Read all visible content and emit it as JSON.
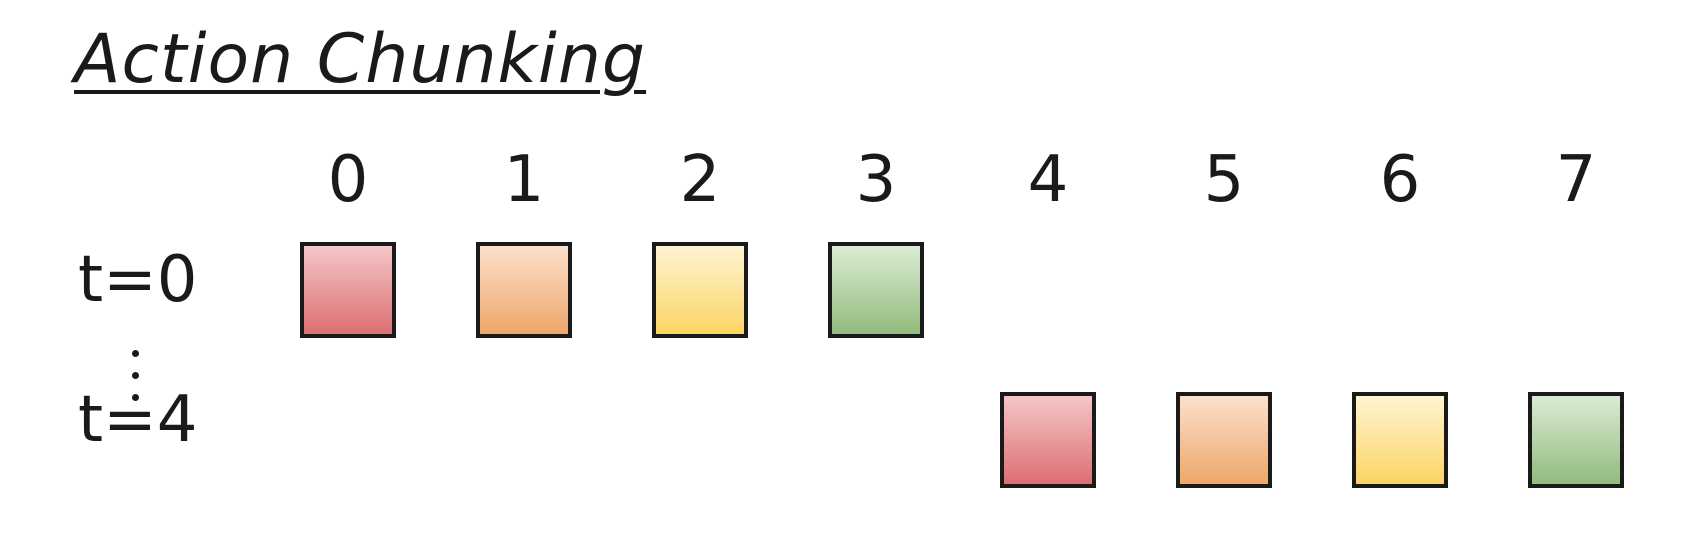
{
  "title": "Action Chunking",
  "timesteps": [
    "0",
    "1",
    "2",
    "3",
    "4",
    "5",
    "6",
    "7"
  ],
  "rows": [
    {
      "label": "t=0",
      "chunk_start": 0,
      "chunk": [
        "red",
        "orange",
        "yellow",
        "green"
      ]
    },
    {
      "label": "t=4",
      "chunk_start": 4,
      "chunk": [
        "red",
        "orange",
        "yellow",
        "green"
      ]
    }
  ],
  "ellipsis": "vertical-dots",
  "colors": {
    "red": "#dd6f72",
    "orange": "#eea769",
    "yellow": "#fbd563",
    "green": "#92bb7d",
    "outline": "#1a1a1a"
  }
}
